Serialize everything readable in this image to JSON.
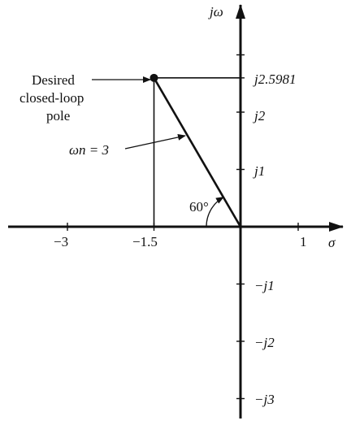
{
  "chart_data": {
    "type": "scatter",
    "title": "",
    "axes": {
      "x": {
        "label": "σ",
        "range": [
          -4.1,
          1.6
        ],
        "tick_labels": [
          "−3",
          "−1.5",
          "1"
        ],
        "tick_values": [
          -3,
          -1.5,
          1
        ]
      },
      "y": {
        "label": "jω",
        "range": [
          -3.2,
          3.6
        ],
        "tick_labels": [
          "j2.5981",
          "j2",
          "j1",
          "−j1",
          "−j2",
          "−j3"
        ],
        "tick_values": [
          2.5981,
          2,
          1,
          -1,
          -2,
          -3
        ]
      }
    },
    "pole": {
      "sigma": -1.5,
      "omega": 2.5981
    },
    "angle_deg": 60,
    "annotations": {
      "pole_label": [
        "Desired",
        "closed-loop",
        "pole"
      ],
      "wn_label": "ωn = 3",
      "angle_label": "60°"
    }
  }
}
